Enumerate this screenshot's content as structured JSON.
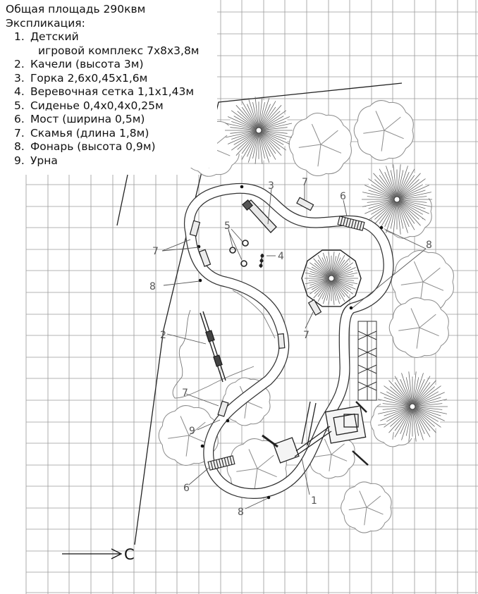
{
  "legend": {
    "title": "Общая площадь  290квм",
    "heading": "Экспликация:",
    "items": [
      {
        "num": "1.",
        "text": "Детский",
        "cont": "игровой комплекс 7х8х3,8м"
      },
      {
        "num": "2.",
        "text": "Качели (высота 3м)"
      },
      {
        "num": "3.",
        "text": "Горка 2,6х0,45х1,6м"
      },
      {
        "num": "4.",
        "text": "Веревочная сетка 1,1х1,43м"
      },
      {
        "num": "5.",
        "text": "Сиденье 0,4х0,4х0,25м"
      },
      {
        "num": "6.",
        "text": "Мост (ширина 0,5м)"
      },
      {
        "num": "7.",
        "text": "Скамья (длина 1,8м)"
      },
      {
        "num": "8.",
        "text": "Фонарь (высота 0,9м)"
      },
      {
        "num": "9.",
        "text": "Урна"
      }
    ]
  },
  "labels": {
    "n1": "1",
    "n2": "2",
    "n3": "3",
    "n4": "4",
    "n5": "5",
    "n6a": "6",
    "n6b": "6",
    "n7a": "7",
    "n7b": "7",
    "n7c": "7",
    "n7d": "7",
    "n8a": "8",
    "n8b": "8",
    "n8c": "8",
    "n9": "9"
  },
  "north": "С",
  "colors": {
    "line": "#333333",
    "grid": "#9a9a9a",
    "tree": "#8c8c8c",
    "label": "#555555"
  }
}
